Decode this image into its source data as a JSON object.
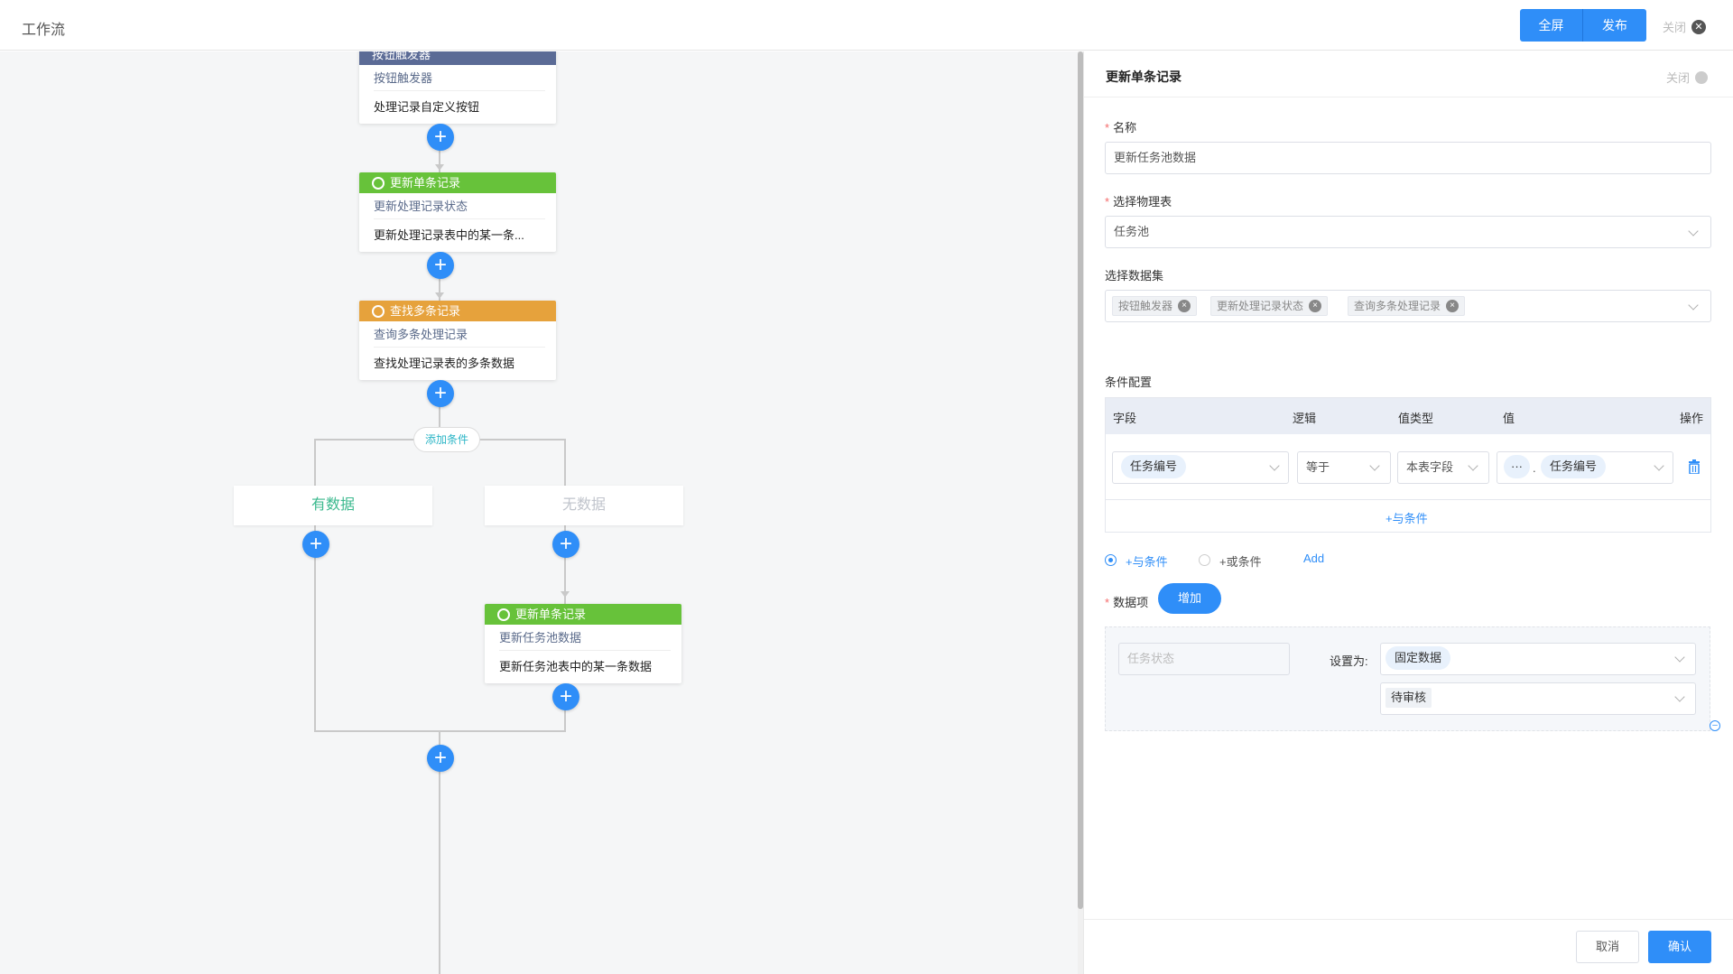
{
  "app": {
    "title": "工作流"
  },
  "toolbar": {
    "fullscreen_label": "全屏",
    "publish_label": "发布",
    "close_label": "关闭"
  },
  "canvas": {
    "nodes": [
      {
        "type": "按钮触发器",
        "name": "按钮触发器",
        "desc": "处理记录自定义按钮",
        "color": "#5b6b96"
      },
      {
        "type": "更新单条记录",
        "name": "更新处理记录状态",
        "desc": "更新处理记录表中的某一条...",
        "color": "#67c23a"
      },
      {
        "type": "查找多条记录",
        "name": "查询多条处理记录",
        "desc": "查找处理记录表的多条数据",
        "color": "#e6a23c"
      },
      {
        "type": "更新单条记录",
        "name": "更新任务池数据",
        "desc": "更新任务池表中的某一条数据",
        "color": "#67c23a"
      }
    ],
    "add_condition_label": "添加条件",
    "branches": [
      {
        "label": "有数据",
        "color": "#3bb98e"
      },
      {
        "label": "无数据",
        "color": "#c0c4cc"
      }
    ]
  },
  "panel": {
    "title": "更新单条记录",
    "close_label": "关闭",
    "name_label": "名称",
    "name_value": "更新任务池数据",
    "table_label": "选择物理表",
    "table_value": "任务池",
    "dataset_label": "选择数据集",
    "dataset_tags": [
      "按钮触发器",
      "更新处理记录状态",
      "查询多条处理记录"
    ],
    "condition_label": "条件配置",
    "condition_headers": {
      "field": "字段",
      "logic": "逻辑",
      "value_type": "值类型",
      "value": "值",
      "action": "操作"
    },
    "condition_row": {
      "field": "任务编号",
      "logic": "等于",
      "value_type": "本表字段",
      "value_prefix": "···",
      "value_sep": ".",
      "value": "任务编号"
    },
    "add_and_link": "+与条件",
    "radio_and": "+与条件",
    "radio_or": "+或条件",
    "add_link": "Add",
    "data_item_label": "数据项",
    "add_button": "增加",
    "data_item": {
      "field_placeholder": "任务状态",
      "set_as_label": "设置为:",
      "mode": "固定数据",
      "value": "待审核"
    },
    "cancel_label": "取消",
    "confirm_label": "确认"
  }
}
